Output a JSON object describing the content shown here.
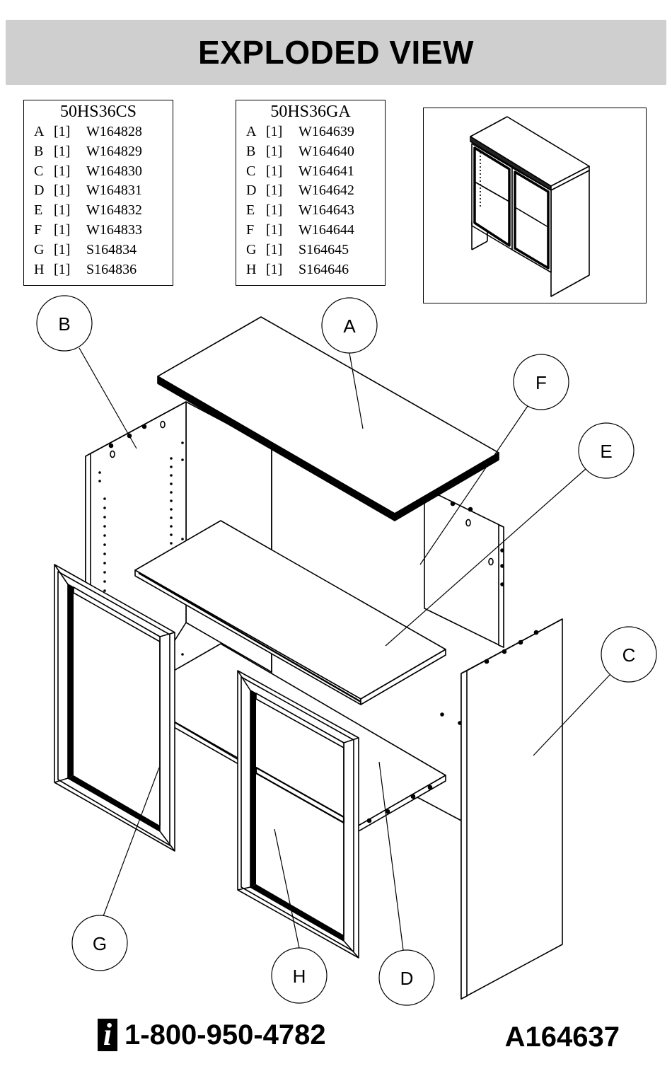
{
  "header": {
    "title": "EXPLODED VIEW"
  },
  "parts_lists": [
    {
      "model": "50HS36CS",
      "rows": [
        {
          "letter": "A",
          "qty": "[1]",
          "code": "W164828"
        },
        {
          "letter": "B",
          "qty": "[1]",
          "code": "W164829"
        },
        {
          "letter": "C",
          "qty": "[1]",
          "code": "W164830"
        },
        {
          "letter": "D",
          "qty": "[1]",
          "code": "W164831"
        },
        {
          "letter": "E",
          "qty": "[1]",
          "code": "W164832"
        },
        {
          "letter": "F",
          "qty": "[1]",
          "code": "W164833"
        },
        {
          "letter": "G",
          "qty": "[1]",
          "code": "S164834"
        },
        {
          "letter": "H",
          "qty": "[1]",
          "code": "S164836"
        }
      ]
    },
    {
      "model": "50HS36GA",
      "rows": [
        {
          "letter": "A",
          "qty": "[1]",
          "code": "W164639"
        },
        {
          "letter": "B",
          "qty": "[1]",
          "code": "W164640"
        },
        {
          "letter": "C",
          "qty": "[1]",
          "code": "W164641"
        },
        {
          "letter": "D",
          "qty": "[1]",
          "code": "W164642"
        },
        {
          "letter": "E",
          "qty": "[1]",
          "code": "W164643"
        },
        {
          "letter": "F",
          "qty": "[1]",
          "code": "W164644"
        },
        {
          "letter": "G",
          "qty": "[1]",
          "code": "S164645"
        },
        {
          "letter": "H",
          "qty": "[1]",
          "code": "S164646"
        }
      ]
    }
  ],
  "callouts": {
    "A": "A",
    "B": "B",
    "C": "C",
    "D": "D",
    "E": "E",
    "F": "F",
    "G": "G",
    "H": "H"
  },
  "footer": {
    "info_icon": "i",
    "phone": "1-800-950-4782",
    "doc_code": "A164637"
  }
}
